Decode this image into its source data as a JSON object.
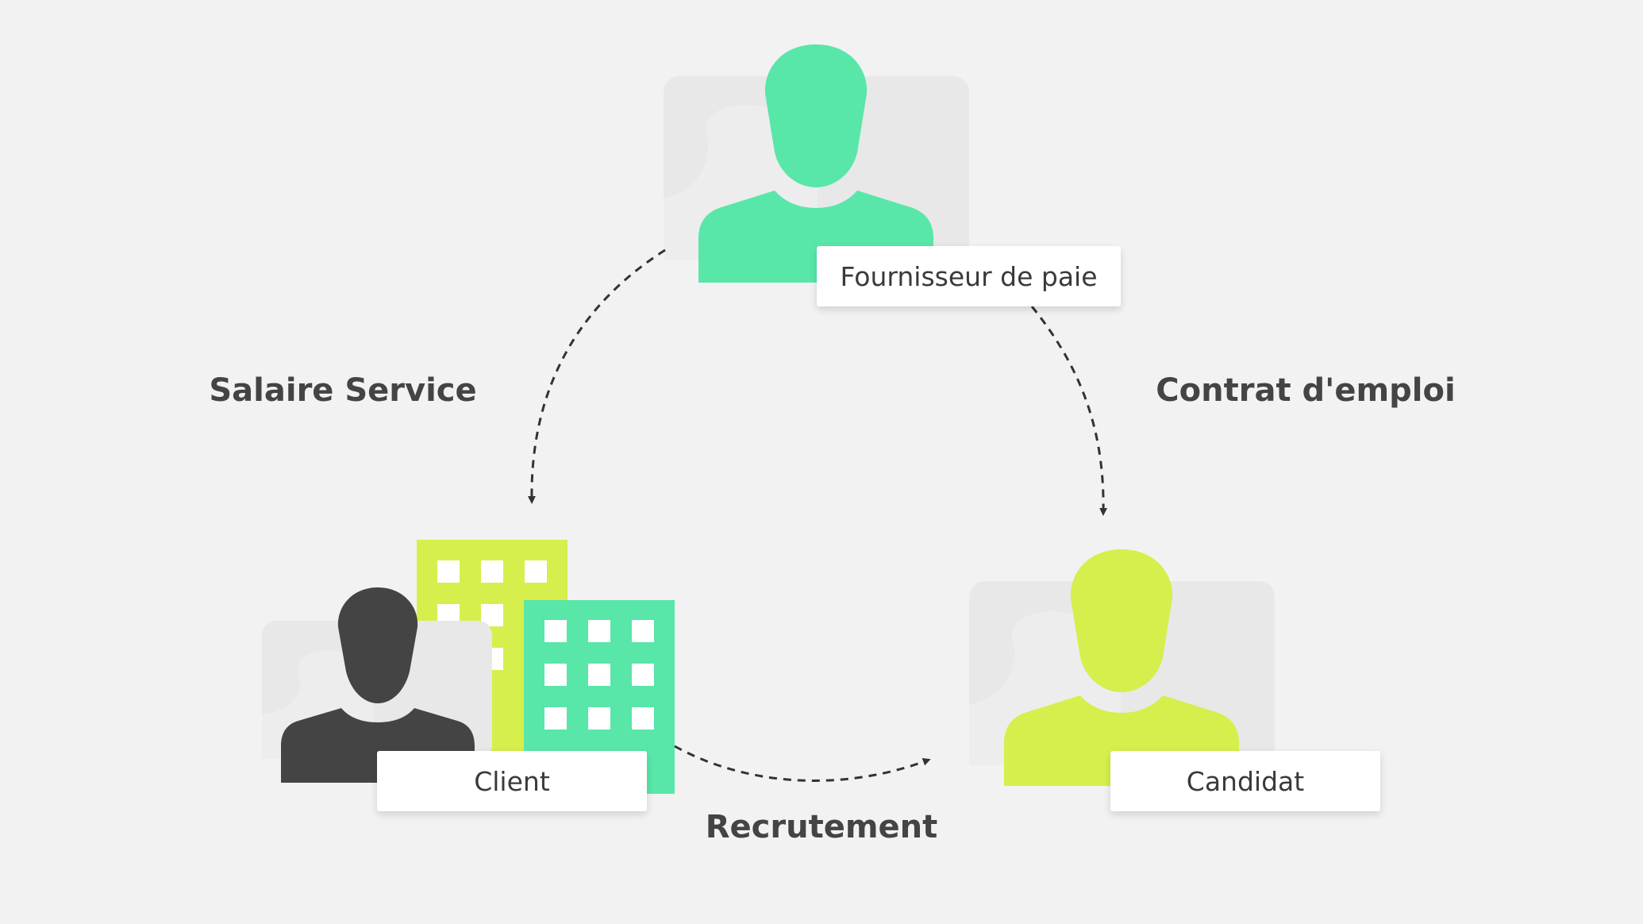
{
  "colors": {
    "background": "#f2f2f2",
    "card": "#e8e8e8",
    "green": "#58e6a9",
    "lime": "#d6ef4c",
    "dark": "#444444",
    "arrow": "#333333",
    "text": "#3a3a3a"
  },
  "nodes": {
    "payroll": {
      "label": "Fournisseur de paie",
      "icon": "person-icon"
    },
    "client": {
      "label": "Client",
      "icon": "building-icon"
    },
    "candidate": {
      "label": "Candidat",
      "icon": "person-icon"
    }
  },
  "flows": {
    "payroll_to_client": "Salaire Service",
    "payroll_to_candidate": "Contrat d'emploi",
    "client_to_candidate": "Recrutement"
  }
}
